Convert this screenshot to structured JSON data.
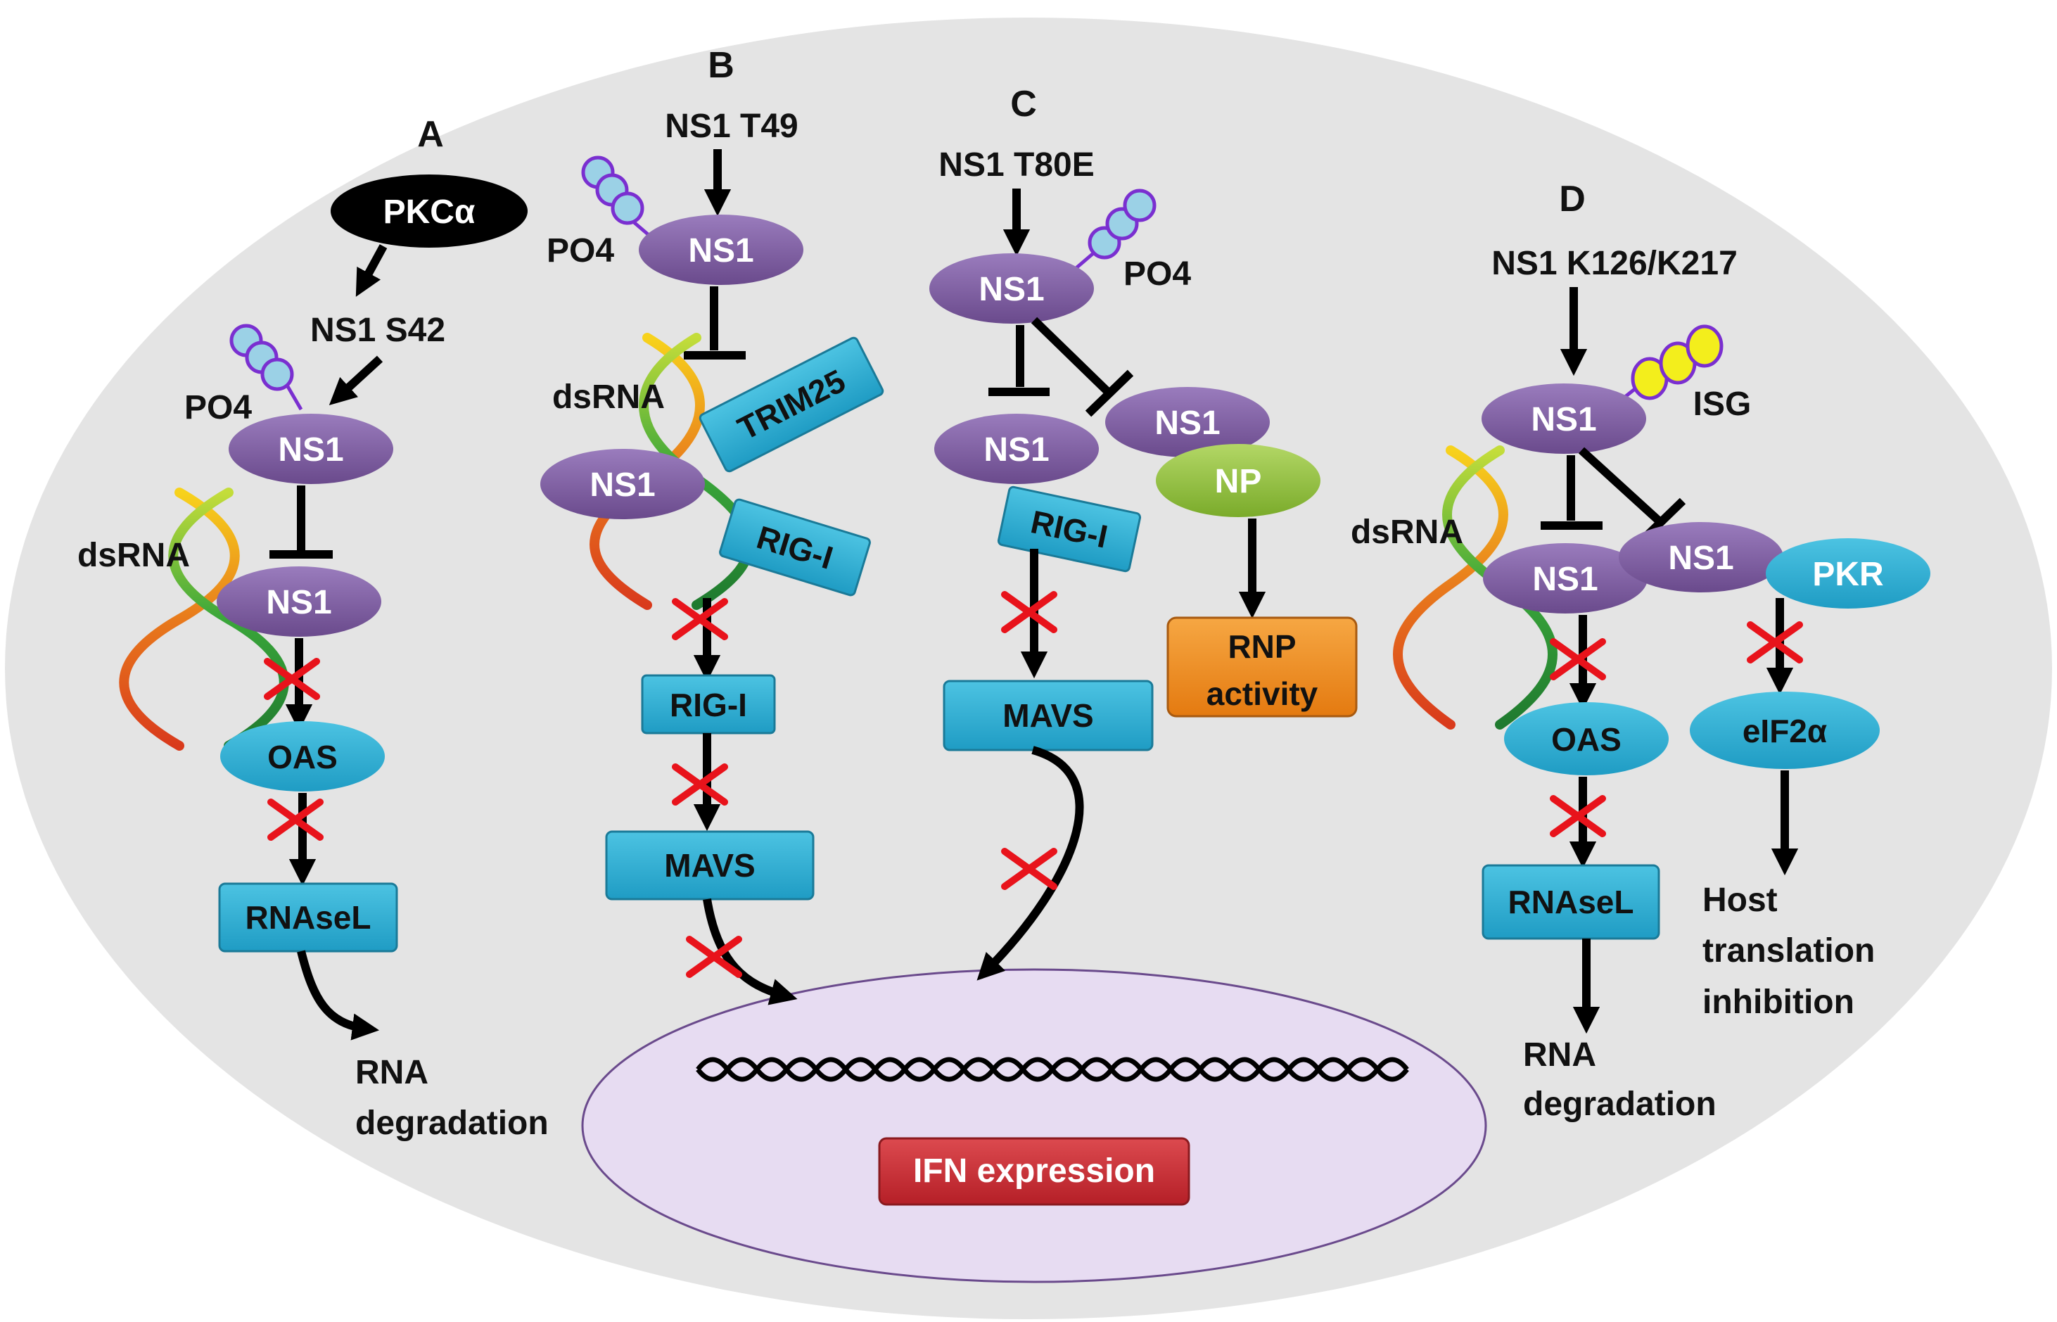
{
  "colors": {
    "cell": "#e4e4e4",
    "ns1": "#7b559f",
    "cyan": "#2aaed2",
    "cross": "#e8131b",
    "ifn_box": "#c72d33",
    "np": "#8fbf3a",
    "rnp_box": "#ee8a1a",
    "nucleus": "#e7dcf2",
    "po4_bead": "#9bd1e6",
    "isg_bead": "#f3ee1c"
  },
  "panels": {
    "a": "A",
    "b": "B",
    "c": "C",
    "d": "D"
  },
  "a": {
    "kinase": "PKCα",
    "site": "NS1 S42",
    "po4": "PO4",
    "ns1_top": "NS1",
    "dsrna": "dsRNA",
    "ns1_bound": "NS1",
    "oas": "OAS",
    "rnasel": "RNAseL",
    "out1": "RNA",
    "out2": "degradation"
  },
  "b": {
    "site": "NS1 T49",
    "po4": "PO4",
    "ns1_top": "NS1",
    "dsrna": "dsRNA",
    "ns1_bound": "NS1",
    "trim25": "TRIM25",
    "rigi_bound": "RIG-I",
    "rigi": "RIG-I",
    "mavs": "MAVS"
  },
  "c": {
    "site": "NS1 T80E",
    "po4": "PO4",
    "ns1_top": "NS1",
    "ns1_left": "NS1",
    "rigi": "RIG-I",
    "mavs": "MAVS",
    "ns1_right": "NS1",
    "np": "NP",
    "rnp1": "RNP",
    "rnp2": "activity"
  },
  "d": {
    "site": "NS1 K126/K217",
    "isg": "ISG",
    "ns1_top": "NS1",
    "dsrna": "dsRNA",
    "ns1_left": "NS1",
    "oas": "OAS",
    "rnasel": "RNAseL",
    "out_left1": "RNA",
    "out_left2": "degradation",
    "ns1_right": "NS1",
    "pkr": "PKR",
    "eif2a": "eIF2α",
    "out_right1": "Host",
    "out_right2": "translation",
    "out_right3": "inhibition"
  },
  "nucleus": {
    "ifn": "IFN expression"
  }
}
